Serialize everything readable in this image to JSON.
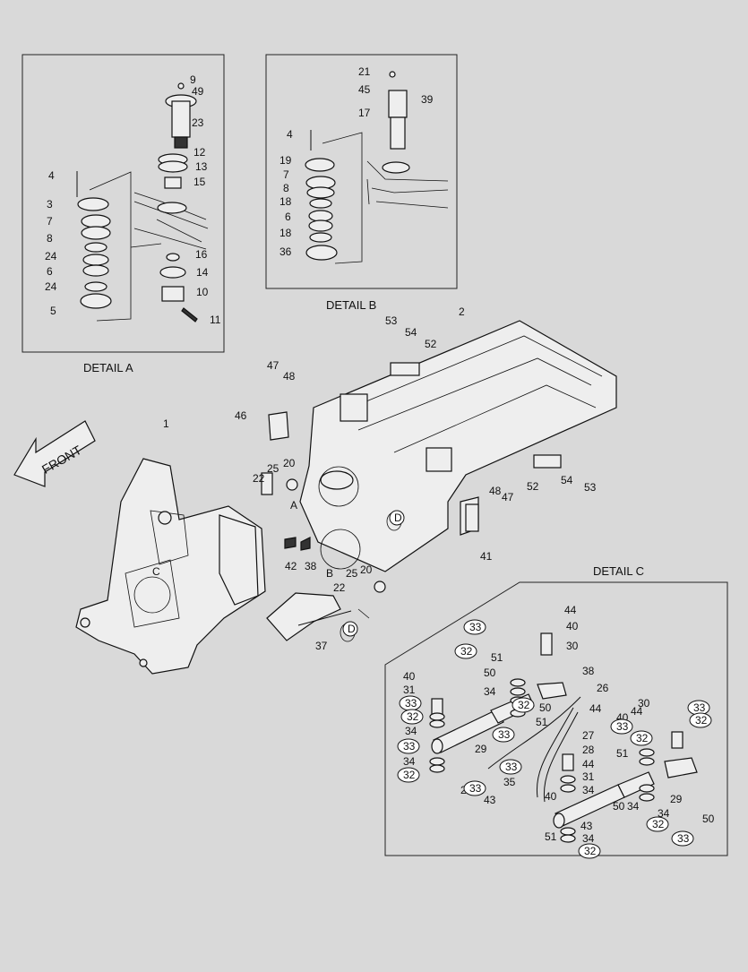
{
  "captions": {
    "detail_a": "DETAIL A",
    "detail_b": "DETAIL B",
    "detail_c": "DETAIL C",
    "front": "FRONT"
  },
  "callouts_a": [
    "9",
    "49",
    "23",
    "12",
    "13",
    "15",
    "4",
    "3",
    "7",
    "8",
    "24",
    "6",
    "24",
    "5",
    "16",
    "14",
    "10",
    "11"
  ],
  "callouts_b": [
    "21",
    "45",
    "39",
    "17",
    "4",
    "19",
    "7",
    "8",
    "18",
    "6",
    "18",
    "36"
  ],
  "callouts_main": [
    "53",
    "54",
    "52",
    "2",
    "47",
    "48",
    "46",
    "1",
    "25",
    "20",
    "22",
    "A",
    "D",
    "42",
    "38",
    "B",
    "25",
    "20",
    "22",
    "D",
    "37",
    "48",
    "47",
    "41",
    "52",
    "54",
    "53",
    "C"
  ],
  "callouts_c": [
    "44",
    "40",
    "30",
    "33",
    "51",
    "32",
    "50",
    "34",
    "32",
    "38",
    "26",
    "44",
    "40",
    "31",
    "50",
    "33",
    "51",
    "32",
    "33",
    "34",
    "29",
    "33",
    "34",
    "32",
    "33",
    "35",
    "26",
    "43",
    "27",
    "28",
    "44",
    "40",
    "31",
    "34",
    "33",
    "32",
    "44",
    "40",
    "30",
    "32",
    "33",
    "51",
    "50",
    "34",
    "29",
    "34",
    "50",
    "32",
    "51",
    "43",
    "34",
    "32",
    "33",
    "33"
  ]
}
